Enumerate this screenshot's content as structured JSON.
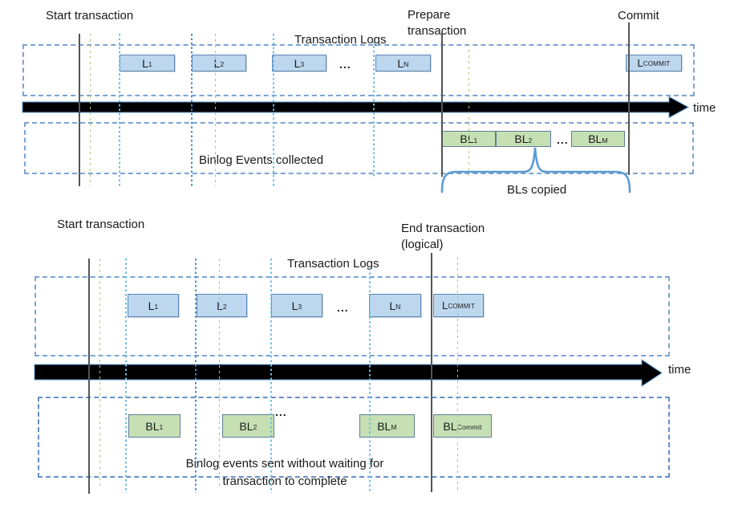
{
  "top": {
    "start_label": "Start transaction",
    "logs_title": "Transaction Logs",
    "prepare_label": "Prepare transaction",
    "commit_label": "Commit",
    "time_label": "time",
    "ellipsis": "...",
    "log_boxes": [
      {
        "base": "L",
        "sub": "1"
      },
      {
        "base": "L",
        "sub": "2"
      },
      {
        "base": "L",
        "sub": "3"
      },
      {
        "base": "L",
        "sub": "N"
      },
      {
        "base": "L",
        "sub": "COMMIT"
      }
    ],
    "binlog_caption": "Binlog Events collected",
    "binlog_boxes": [
      {
        "base": "BL",
        "sub": "1"
      },
      {
        "base": "BL",
        "sub": "2"
      },
      {
        "base": "BL",
        "sub": "M"
      }
    ],
    "brace_caption": "BLs copied"
  },
  "bottom": {
    "start_label": "Start transaction",
    "logs_title": "Transaction Logs",
    "end_label_line1": "End transaction",
    "end_label_line2": "(logical)",
    "time_label": "time",
    "ellipsis": "...",
    "log_boxes": [
      {
        "base": "L",
        "sub": "1"
      },
      {
        "base": "L",
        "sub": "2"
      },
      {
        "base": "L",
        "sub": "3"
      },
      {
        "base": "L",
        "sub": "N"
      },
      {
        "base": "L",
        "sub": "COMMIT"
      }
    ],
    "binlog_boxes": [
      {
        "base": "BL",
        "sub": "1"
      },
      {
        "base": "BL",
        "sub": "2"
      },
      {
        "base": "BL",
        "sub": "M"
      },
      {
        "base": "BL",
        "sub": "Commit"
      }
    ],
    "caption_line1": "Binlog events sent without waiting for",
    "caption_line2": "transaction to complete"
  },
  "colors": {
    "log_box_fill": "#bdd7ee",
    "log_box_border": "#5d87b5",
    "binlog_box_fill": "#c6e0b4",
    "binlog_box_border": "#5f7d99",
    "dashed_box_border": "#7ba3d4",
    "dashed_box_border_strong": "#6490c8",
    "brace": "#5b9bd5",
    "arrow_fill": "#000000",
    "arrow_outline": "#5b9bd5",
    "solid_line": "#555555",
    "green_line": "#a9c87e",
    "blue_line_light": "#66bfe8",
    "blue_line_dark": "#3e8fd0"
  }
}
